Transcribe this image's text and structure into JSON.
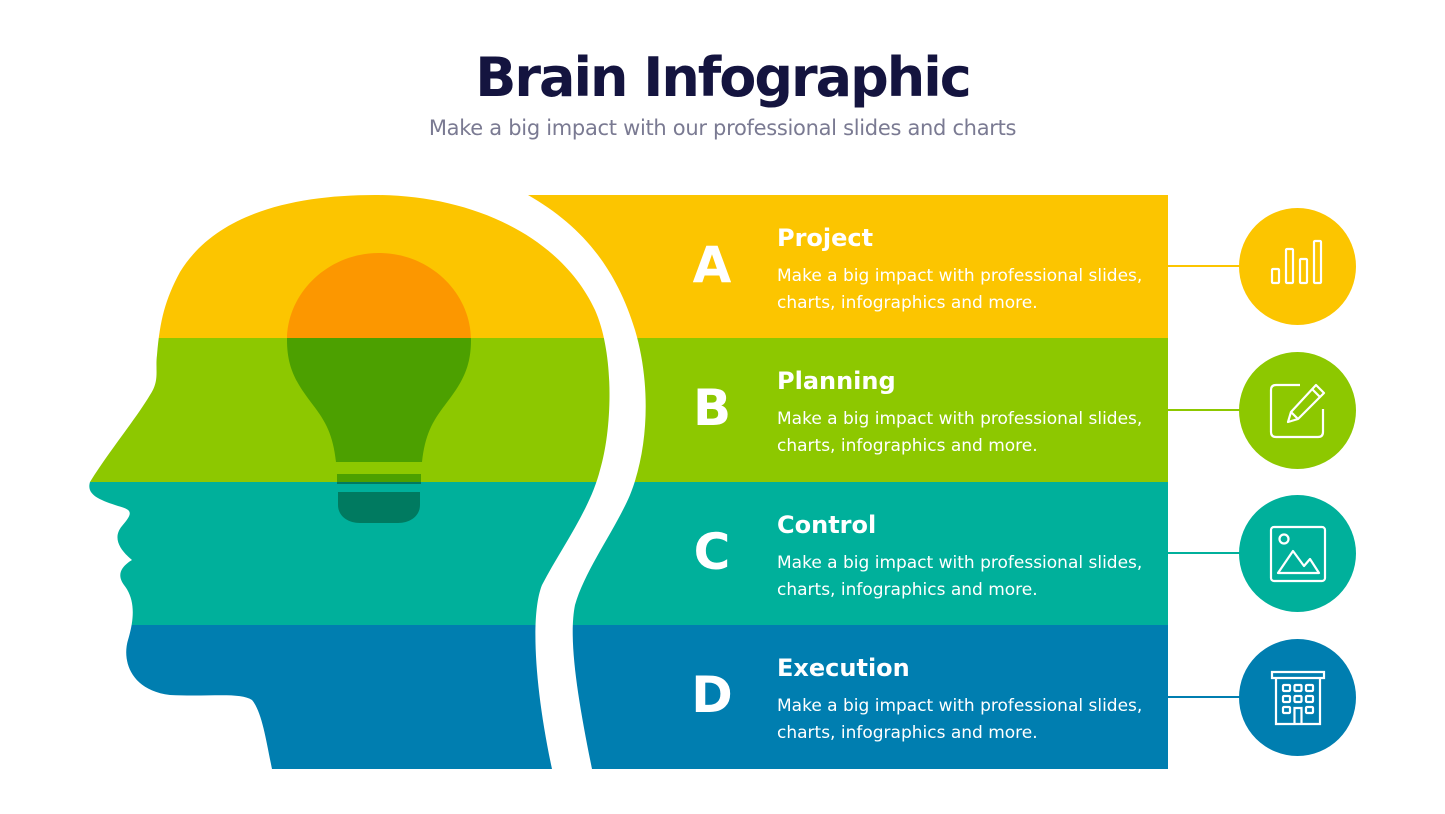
{
  "header": {
    "title": "Brain Infographic",
    "subtitle": "Make a big impact with our professional slides and charts"
  },
  "colors": {
    "title": "#14143F",
    "subtitle": "#7A7A92",
    "yellow": "#FCC500",
    "green": "#8DC800",
    "teal": "#00B09B",
    "blue": "#007EB0",
    "bulb_top": "#FC9700",
    "bulb_mid": "#4CA000",
    "bulb_base": "#007A60"
  },
  "rows": [
    {
      "letter": "A",
      "title": "Project",
      "description": "Make a big impact with professional slides, charts, infographics and more.",
      "color": "#FCC500",
      "icon": "bar-chart-icon"
    },
    {
      "letter": "B",
      "title": "Planning",
      "description": "Make a big impact with professional slides, charts, infographics and more.",
      "color": "#8DC800",
      "icon": "edit-pencil-icon"
    },
    {
      "letter": "C",
      "title": "Control",
      "description": "Make a big impact with professional slides, charts, infographics and more.",
      "color": "#00B09B",
      "icon": "image-icon"
    },
    {
      "letter": "D",
      "title": "Execution",
      "description": "Make a big impact with professional slides, charts, infographics and more.",
      "color": "#007EB0",
      "icon": "building-icon"
    }
  ],
  "illustration": {
    "head": "head-profile-silhouette",
    "bulb": "lightbulb-icon"
  }
}
